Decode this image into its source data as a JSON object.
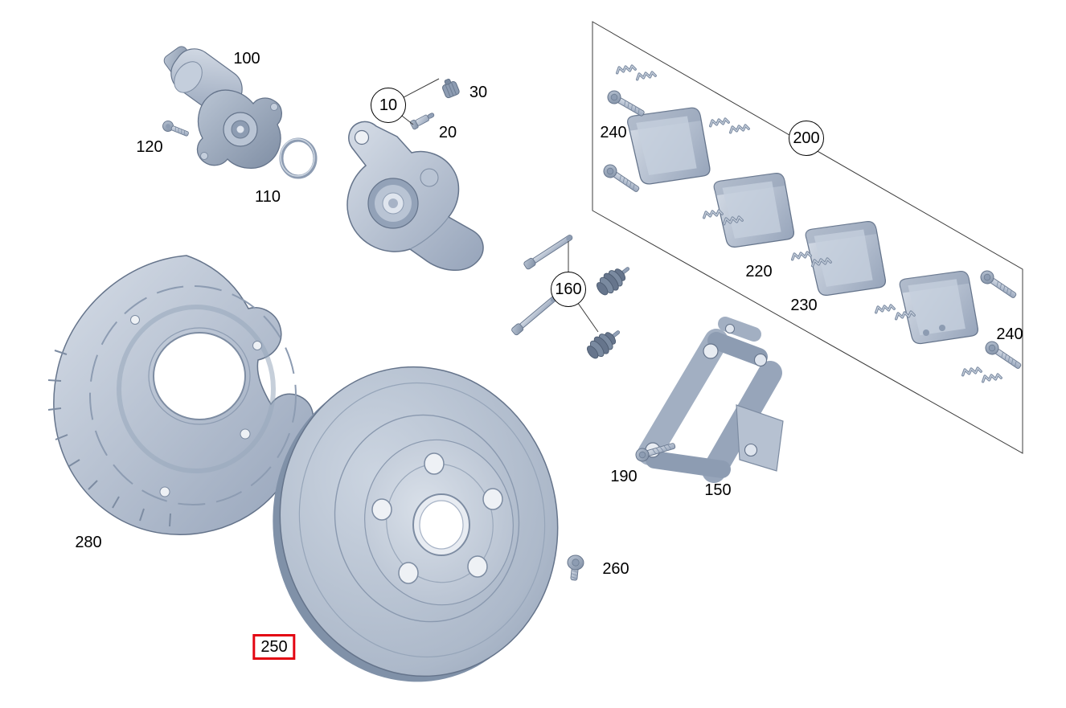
{
  "diagram": {
    "background": "#ffffff",
    "highlight_color": "#e30613",
    "outline_color": "#65748b",
    "part_base_color": "#a7b3c6",
    "selected_label": "250",
    "labels": {
      "p10": "10",
      "p20": "20",
      "p30": "30",
      "p100": "100",
      "p110": "110",
      "p120": "120",
      "p150": "150",
      "p160": "160",
      "p190": "190",
      "p200": "200",
      "p220": "220",
      "p230": "230",
      "p240_left": "240",
      "p240_right": "240",
      "p250": "250",
      "p260": "260",
      "p280": "280"
    }
  }
}
